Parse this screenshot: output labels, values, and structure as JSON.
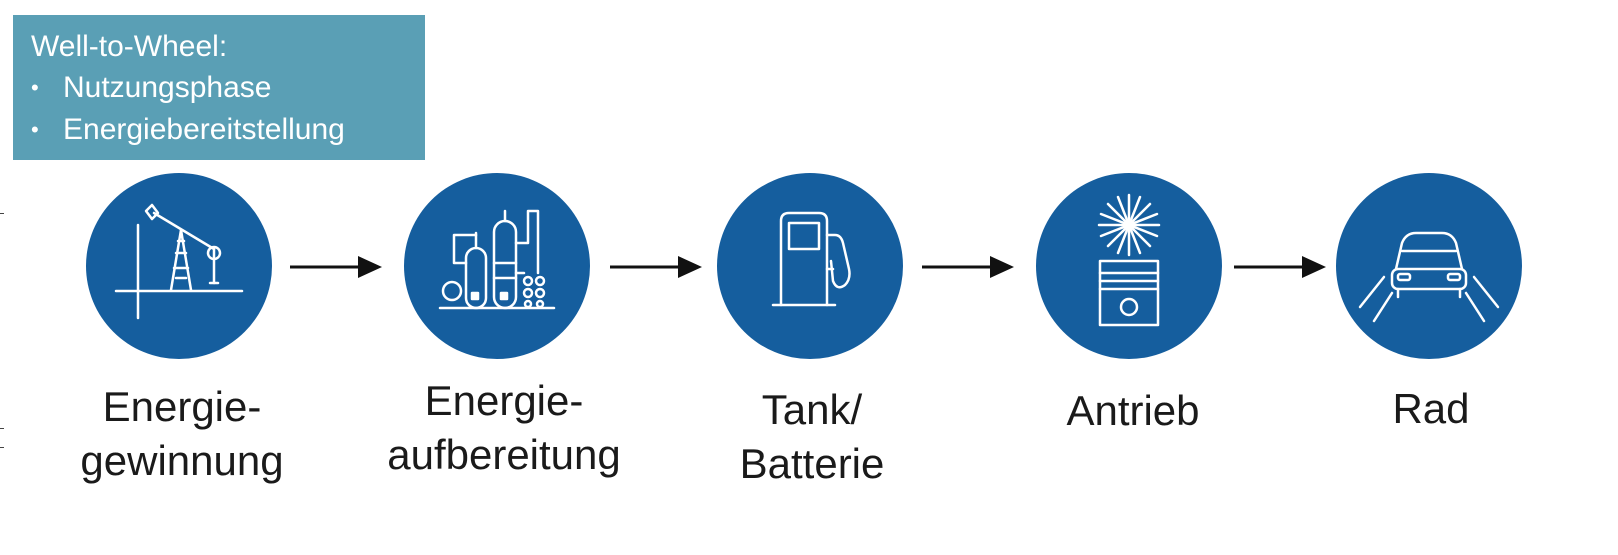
{
  "info_box": {
    "title": "Well-to-Wheel:",
    "items": [
      "Nutzungsphase",
      "Energiebereitstellung"
    ]
  },
  "steps": [
    {
      "line1": "Energie-",
      "line2": "gewinnung",
      "icon": "oil-pump-icon"
    },
    {
      "line1": "Energie-",
      "line2": "aufbereitung",
      "icon": "refinery-icon"
    },
    {
      "line1": "Tank/",
      "line2": "Batterie",
      "icon": "fuel-pump-icon"
    },
    {
      "line1": "Antrieb",
      "line2": "",
      "icon": "engine-piston-icon"
    },
    {
      "line1": "Rad",
      "line2": "",
      "icon": "car-road-icon"
    }
  ],
  "colors": {
    "circle": "#155e9e",
    "info_box": "#5a9fb5",
    "arrow": "#111111",
    "label": "#1a1a1a"
  }
}
